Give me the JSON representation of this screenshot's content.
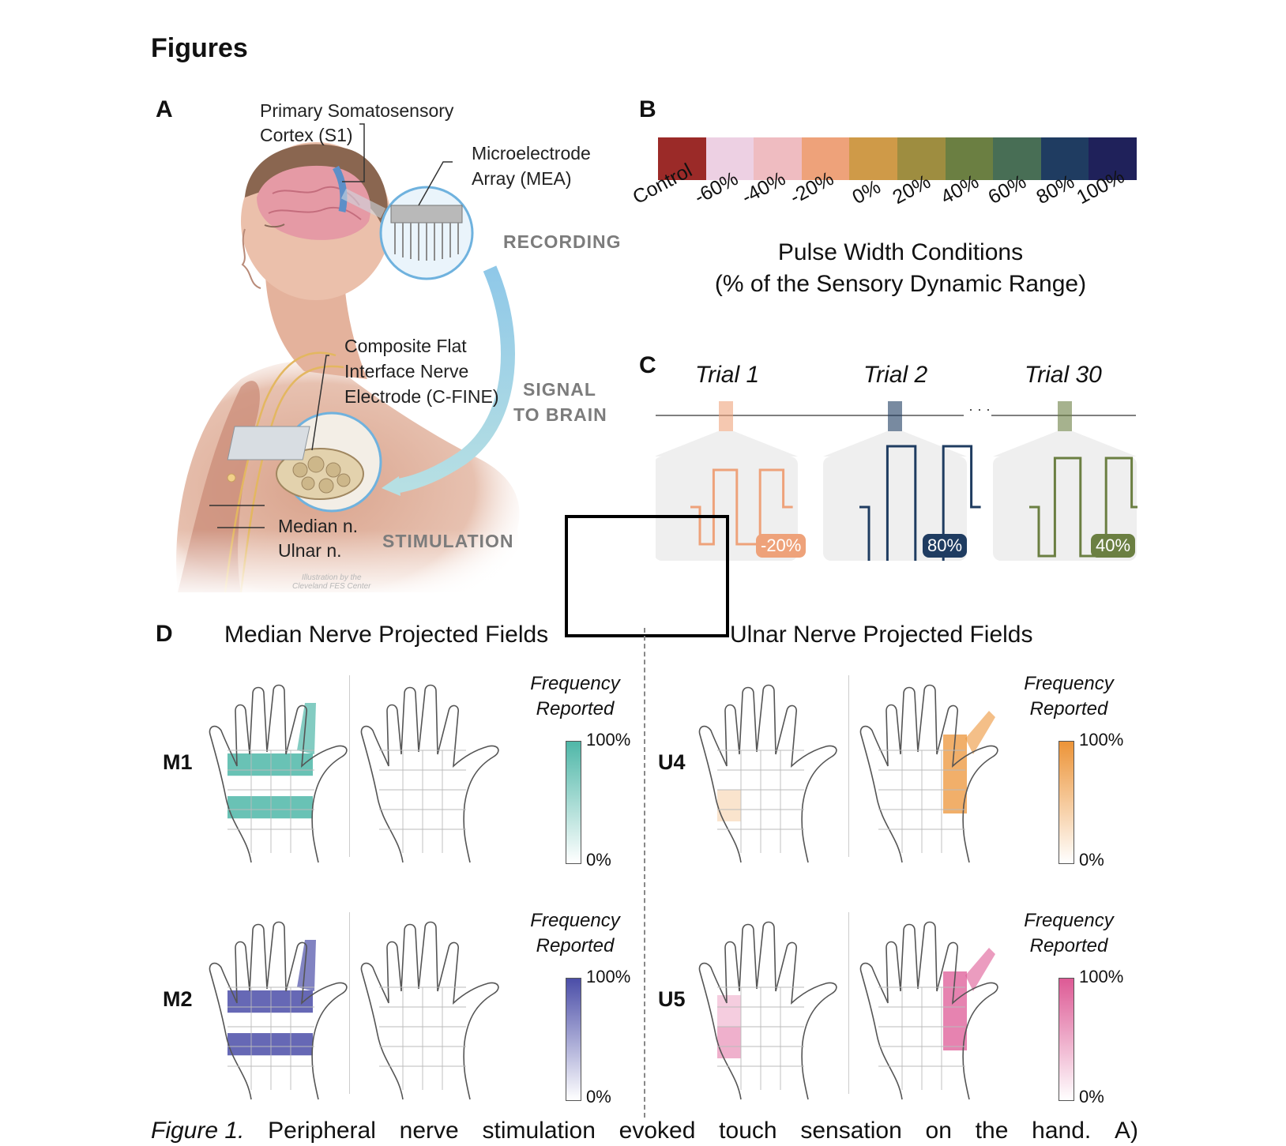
{
  "heading": "Figures",
  "panel_a": {
    "letter": "A",
    "label_s1_line1": "Primary Somatosensory",
    "label_s1_line2": "Cortex (S1)",
    "label_mea_line1": "Microelectrode",
    "label_mea_line2": "Array (MEA)",
    "recording": "RECORDING",
    "label_cfine_line1": "Composite Flat",
    "label_cfine_line2": "Interface Nerve",
    "label_cfine_line3": "Electrode (C-FINE)",
    "signal_line1": "SIGNAL",
    "signal_line2": "TO BRAIN",
    "median": "Median n.",
    "ulnar": "Ulnar n.",
    "stimulation": "STIMULATION",
    "credit_line1": "Illustration by the",
    "credit_line2": "Cleveland FES Center"
  },
  "panel_b": {
    "letter": "B",
    "conditions": [
      {
        "label": "Control",
        "color": "#9b2a28"
      },
      {
        "label": "-60%",
        "color": "#edd0e3"
      },
      {
        "label": "-40%",
        "color": "#efbcc1"
      },
      {
        "label": "-20%",
        "color": "#eea27a"
      },
      {
        "label": "0%",
        "color": "#cf9a48"
      },
      {
        "label": "20%",
        "color": "#9e8d40"
      },
      {
        "label": "40%",
        "color": "#6b7f42"
      },
      {
        "label": "60%",
        "color": "#486e55"
      },
      {
        "label": "80%",
        "color": "#1f3c61"
      },
      {
        "label": "100%",
        "color": "#1f215a"
      }
    ],
    "title_line1": "Pulse Width Conditions",
    "title_line2": "(% of the Sensory Dynamic Range)"
  },
  "panel_c": {
    "letter": "C",
    "trials": [
      {
        "title": "Trial 1",
        "badge": "-20%",
        "color": "#eea27a"
      },
      {
        "title": "Trial 2",
        "badge": "80%",
        "color": "#1f3c61"
      },
      {
        "title": "Trial 30",
        "badge": "40%",
        "color": "#6b7f42"
      }
    ],
    "ellipsis": "· · ·"
  },
  "panel_d": {
    "letter": "D",
    "median_title": "Median Nerve Projected Fields",
    "ulnar_title": "Ulnar Nerve Projected Fields",
    "rows": [
      {
        "label": "M1",
        "color": "#4fb7a8"
      },
      {
        "label": "M2",
        "color": "#4b4ea8"
      },
      {
        "label": "U4",
        "color": "#ec9438"
      },
      {
        "label": "U5",
        "color": "#dd5a95"
      }
    ],
    "freq_line1": "Frequency",
    "freq_line2": "Reported",
    "max_label": "100%",
    "min_label": "0%"
  },
  "caption": {
    "words": [
      "Figure 1.",
      "Peripheral",
      "nerve",
      "stimulation",
      "evoked",
      "touch",
      "sensation",
      "on",
      "the",
      "hand.",
      "A)"
    ]
  }
}
